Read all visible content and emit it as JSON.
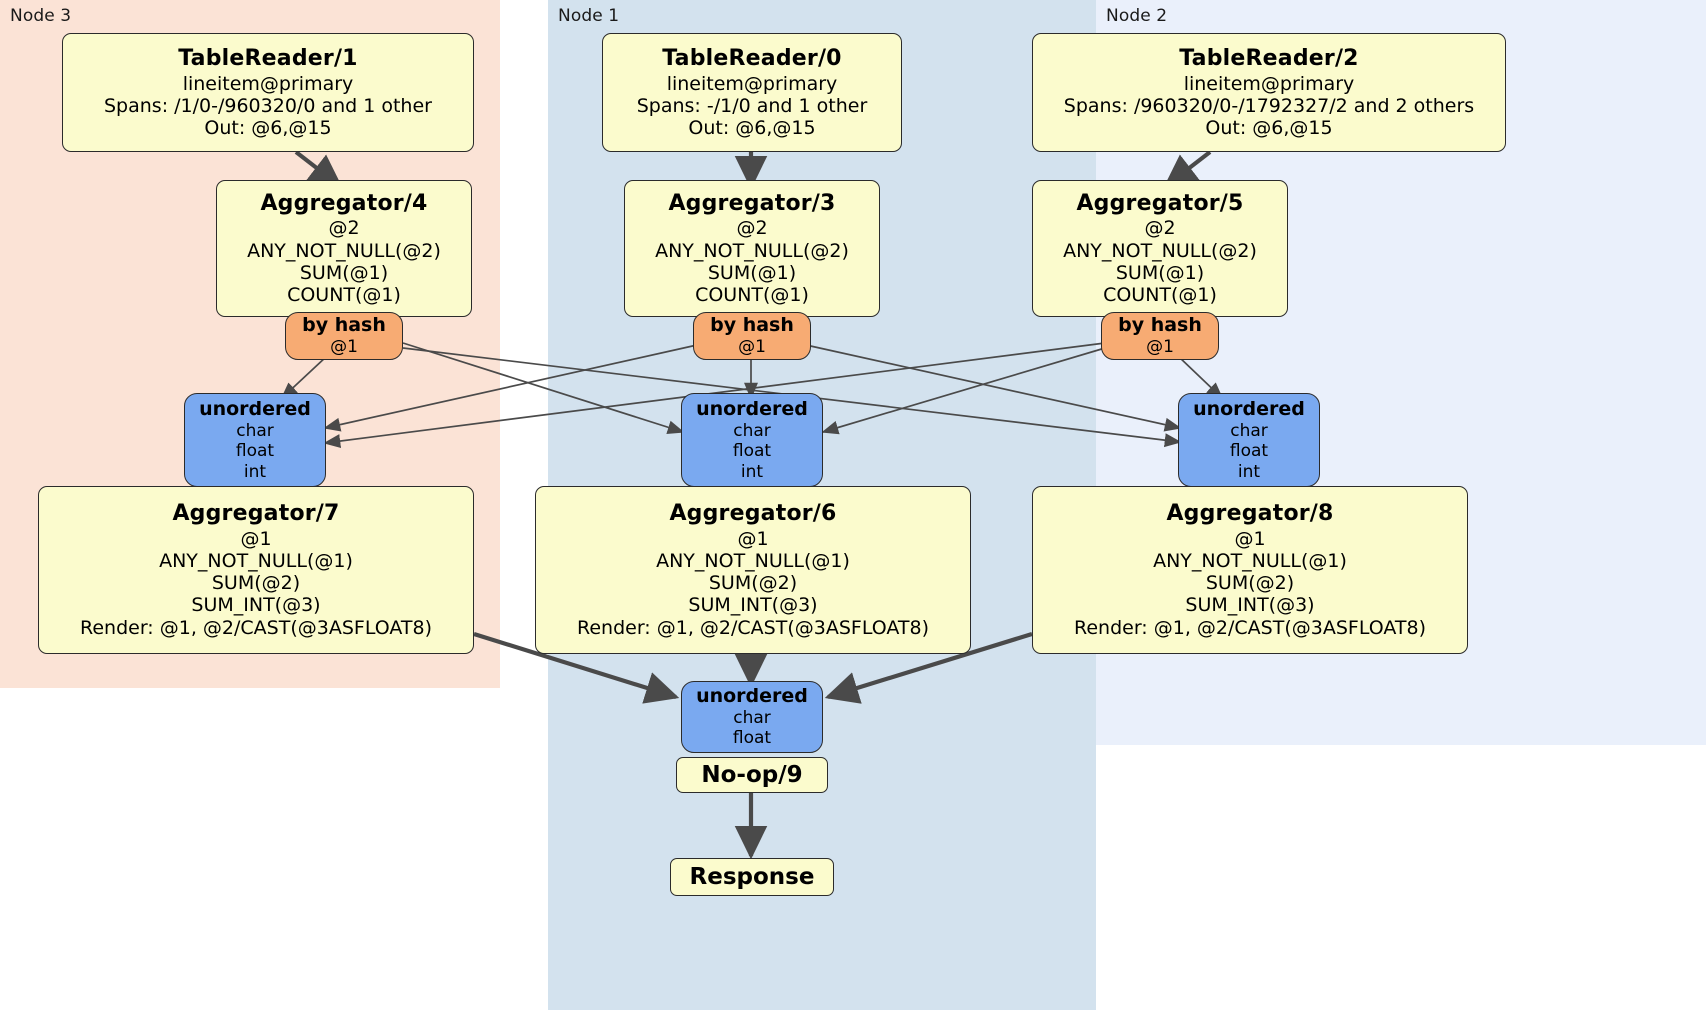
{
  "diagram": {
    "title": "Distributed query plan",
    "colors": {
      "node3_bg": "#fbe3d6",
      "node1_bg": "#d3e2ee",
      "node2_bg": "#eaf0fb",
      "processor_fill": "#fbfbcd",
      "hash_router_fill": "#f7ab73",
      "unordered_router_fill": "#7aa9f0",
      "edge": "#4a4a4a",
      "border": "#2b2b2b"
    }
  },
  "nodes": [
    {
      "id": "node3",
      "label": "Node 3"
    },
    {
      "id": "node1",
      "label": "Node 1"
    },
    {
      "id": "node2",
      "label": "Node 2"
    }
  ],
  "processors": {
    "table_reader_1": {
      "title": "TableReader/1",
      "lines": [
        "lineitem@primary",
        "Spans: /1/0-/960320/0 and 1 other",
        "Out: @6,@15"
      ]
    },
    "table_reader_0": {
      "title": "TableReader/0",
      "lines": [
        "lineitem@primary",
        "Spans: -/1/0 and 1 other",
        "Out: @6,@15"
      ]
    },
    "table_reader_2": {
      "title": "TableReader/2",
      "lines": [
        "lineitem@primary",
        "Spans: /960320/0-/1792327/2 and 2 others",
        "Out: @6,@15"
      ]
    },
    "aggregator_4": {
      "title": "Aggregator/4",
      "lines": [
        "@2",
        "ANY_NOT_NULL(@2)",
        "SUM(@1)",
        "COUNT(@1)"
      ]
    },
    "aggregator_3": {
      "title": "Aggregator/3",
      "lines": [
        "@2",
        "ANY_NOT_NULL(@2)",
        "SUM(@1)",
        "COUNT(@1)"
      ]
    },
    "aggregator_5": {
      "title": "Aggregator/5",
      "lines": [
        "@2",
        "ANY_NOT_NULL(@2)",
        "SUM(@1)",
        "COUNT(@1)"
      ]
    },
    "aggregator_7": {
      "title": "Aggregator/7",
      "lines": [
        "@1",
        "ANY_NOT_NULL(@1)",
        "SUM(@2)",
        "SUM_INT(@3)",
        "Render: @1, @2/CAST(@3ASFLOAT8)"
      ]
    },
    "aggregator_6": {
      "title": "Aggregator/6",
      "lines": [
        "@1",
        "ANY_NOT_NULL(@1)",
        "SUM(@2)",
        "SUM_INT(@3)",
        "Render: @1, @2/CAST(@3ASFLOAT8)"
      ]
    },
    "aggregator_8": {
      "title": "Aggregator/8",
      "lines": [
        "@1",
        "ANY_NOT_NULL(@1)",
        "SUM(@2)",
        "SUM_INT(@3)",
        "Render: @1, @2/CAST(@3ASFLOAT8)"
      ]
    },
    "noop_9": {
      "title": "No-op/9"
    },
    "response": {
      "title": "Response"
    }
  },
  "routers": {
    "hash_left": {
      "title": "by hash",
      "lines": [
        "@1"
      ]
    },
    "hash_mid": {
      "title": "by hash",
      "lines": [
        "@1"
      ]
    },
    "hash_right": {
      "title": "by hash",
      "lines": [
        "@1"
      ]
    },
    "unordered_left": {
      "title": "unordered",
      "lines": [
        "char",
        "float",
        "int"
      ]
    },
    "unordered_mid": {
      "title": "unordered",
      "lines": [
        "char",
        "float",
        "int"
      ]
    },
    "unordered_right": {
      "title": "unordered",
      "lines": [
        "char",
        "float",
        "int"
      ]
    },
    "unordered_final": {
      "title": "unordered",
      "lines": [
        "char",
        "float"
      ]
    }
  }
}
